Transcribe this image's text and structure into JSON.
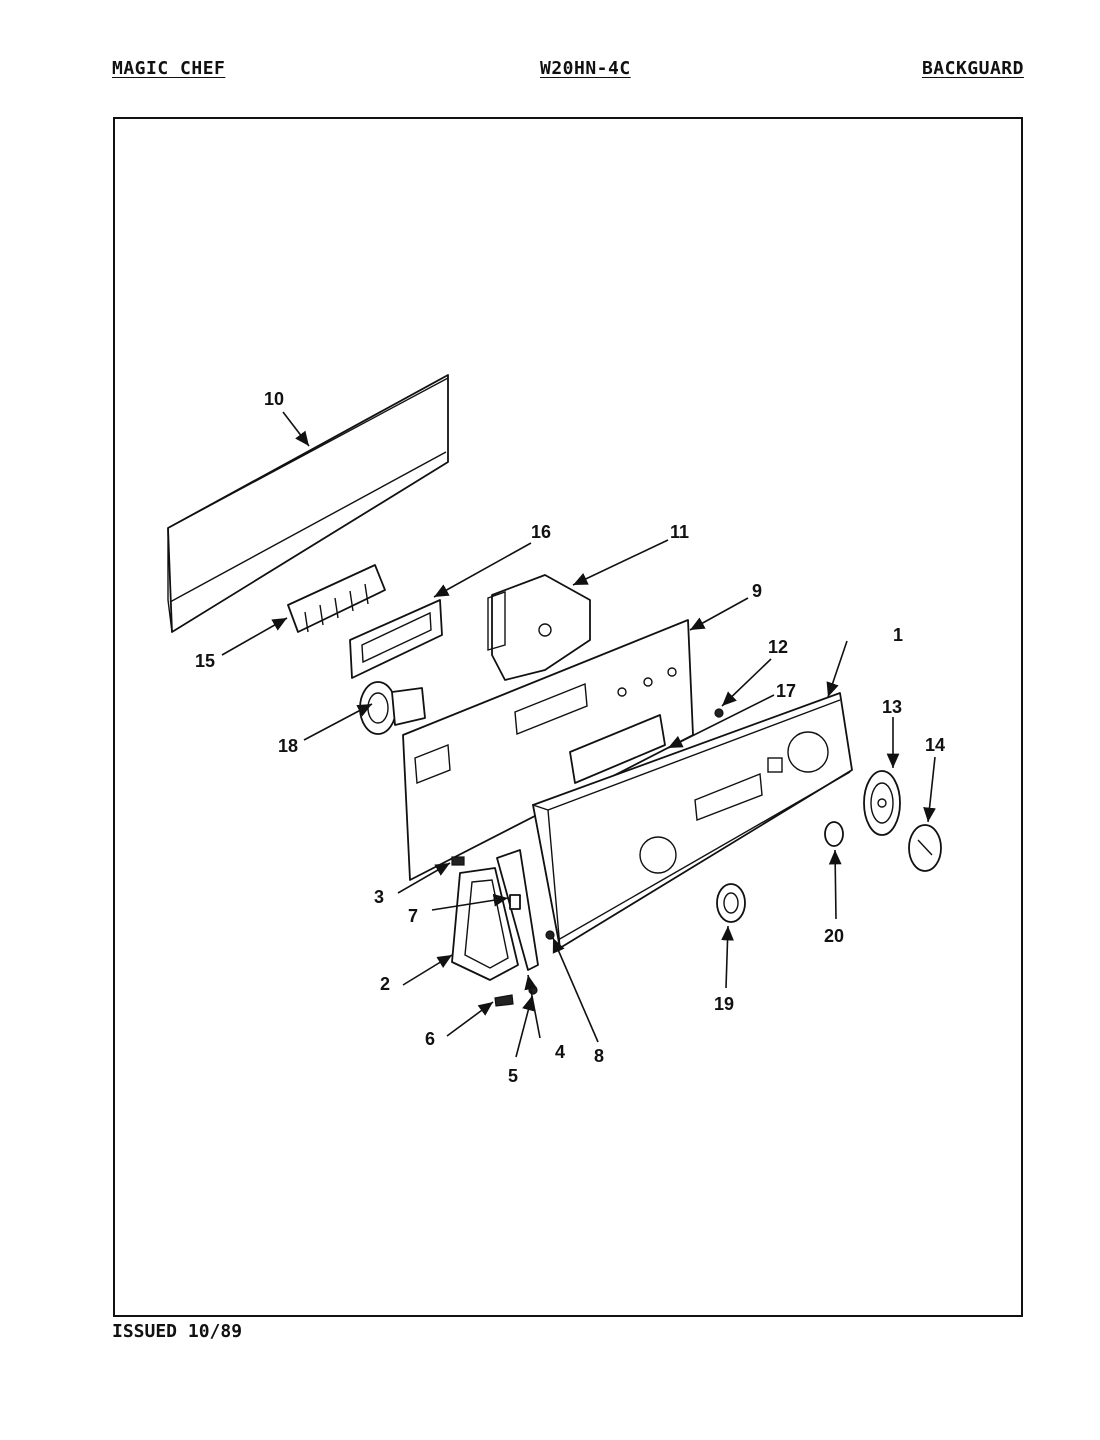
{
  "header": {
    "brand": "MAGIC CHEF",
    "model": "W20HN-4C",
    "section": "BACKGUARD"
  },
  "footer": {
    "issued": "ISSUED 10/89"
  },
  "callouts": {
    "c1": "1",
    "c2": "2",
    "c3": "3",
    "c4": "4",
    "c5": "5",
    "c6": "6",
    "c7": "7",
    "c8": "8",
    "c9": "9",
    "c10": "10",
    "c11": "11",
    "c12": "12",
    "c13": "13",
    "c14": "14",
    "c15": "15",
    "c16": "16",
    "c17": "17",
    "c18": "18",
    "c19": "19",
    "c20": "20"
  }
}
